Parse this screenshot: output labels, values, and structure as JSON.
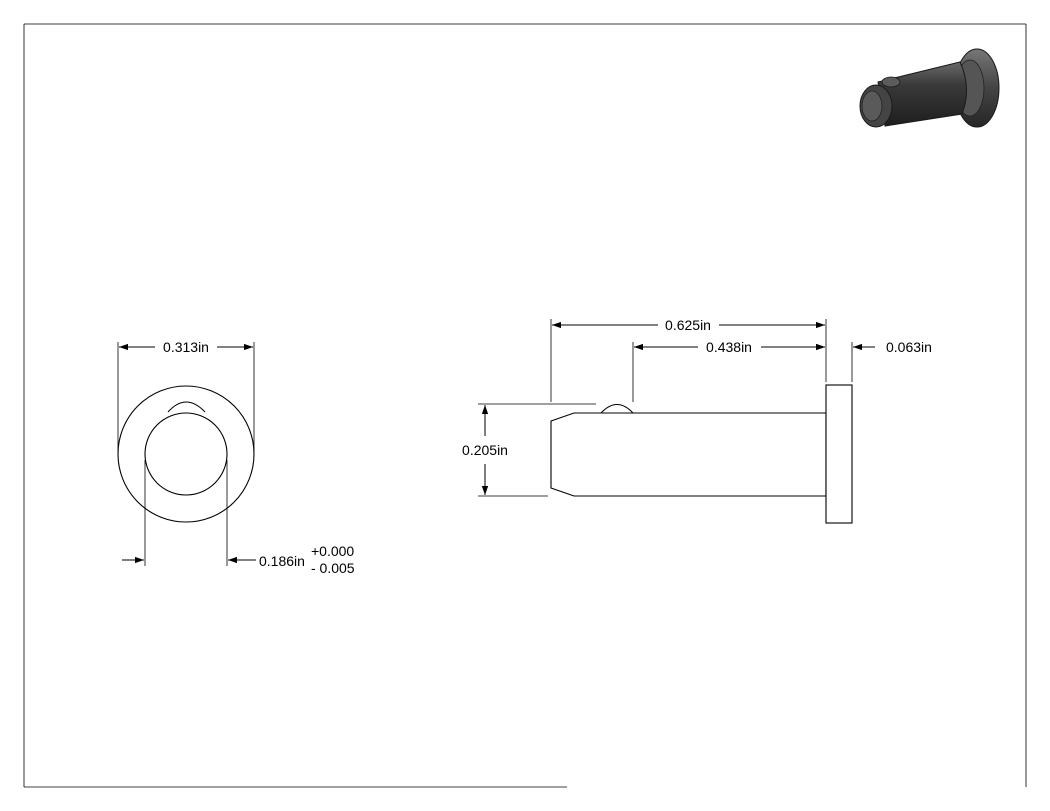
{
  "drawing": {
    "front_view": {
      "outer_diameter_label": "0.313in",
      "inner_diameter_label": "0.186in",
      "tolerance_plus": "+0.000",
      "tolerance_minus": "- 0.005"
    },
    "side_view": {
      "overall_length_label": "0.625in",
      "shank_length_label": "0.438in",
      "head_thickness_label": "0.063in",
      "height_label": "0.205in"
    },
    "colors": {
      "line": "#000000",
      "background": "#ffffff",
      "iso_body": "#3a3a3a"
    }
  }
}
